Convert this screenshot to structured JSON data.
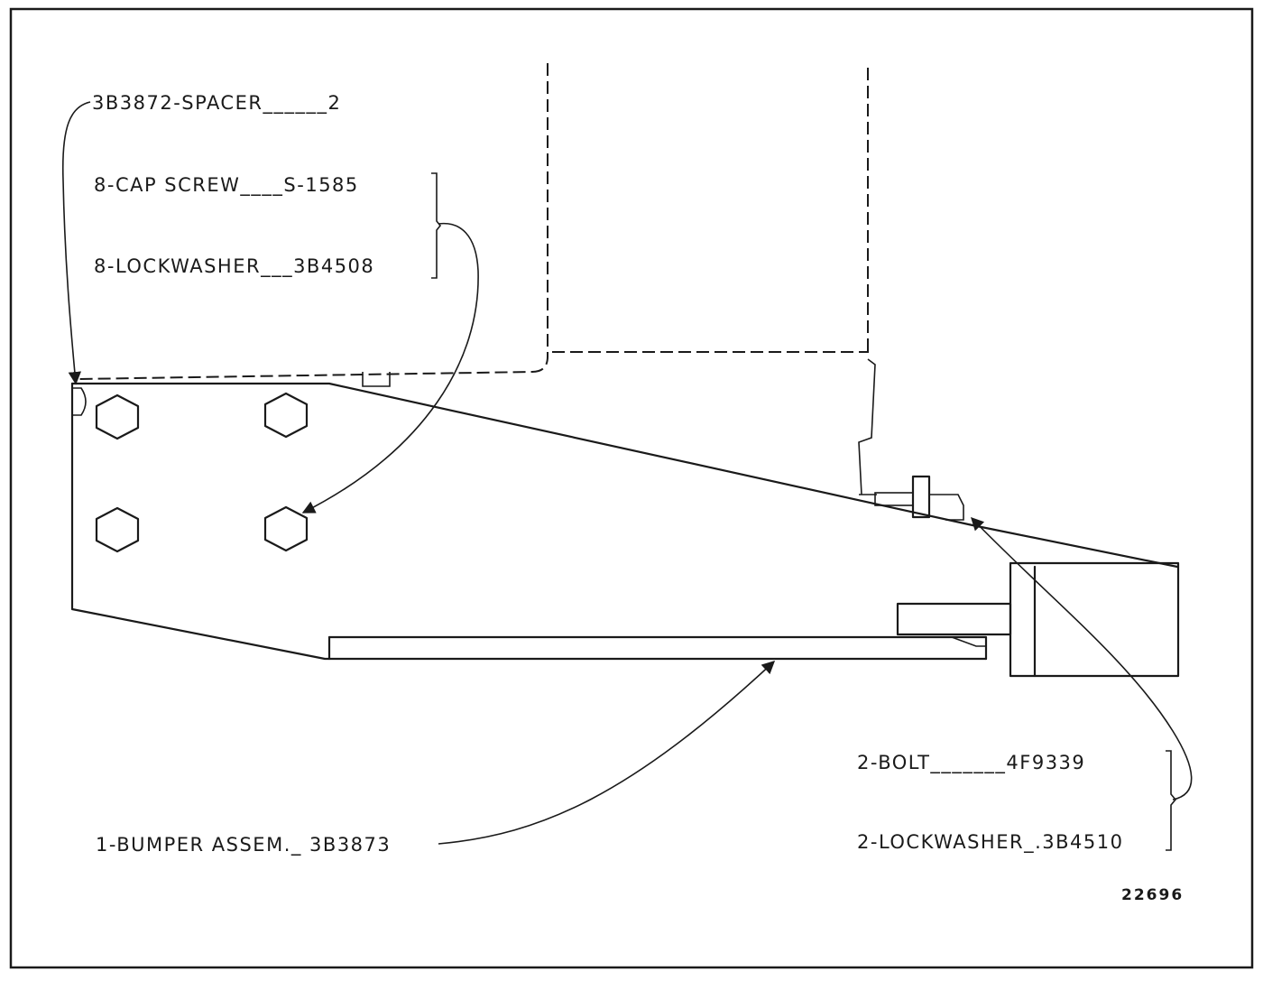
{
  "callouts": {
    "spacer": "3B3872-SPACER______2",
    "cap_screw": "8-CAP SCREW____S-1585",
    "lockwasher_8": "8-LOCKWASHER___3B4508",
    "bumper": "1-BUMPER ASSEM._ 3B3873",
    "bolt": "2-BOLT_______4F9339",
    "lockwasher_2": "2-LOCKWASHER_.3B4510"
  },
  "figure_number": "22696"
}
